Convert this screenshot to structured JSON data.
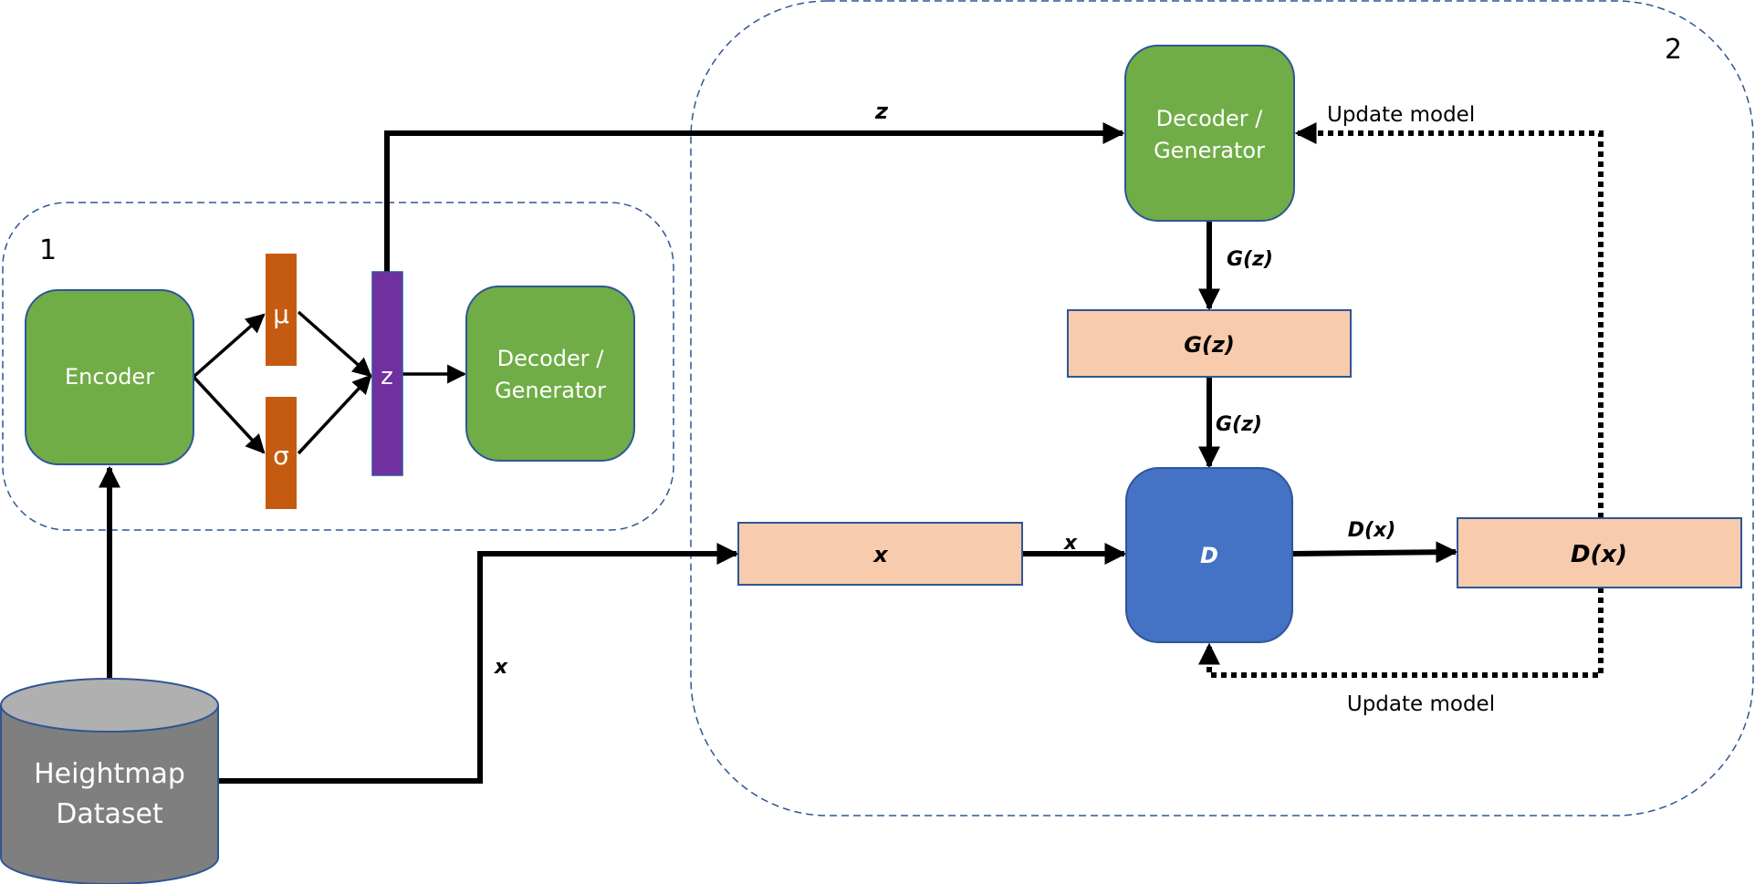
{
  "colors": {
    "green": "#70AD47",
    "orange": "#C55A11",
    "purple": "#7030A0",
    "peach": "#F8CBAD",
    "blue": "#4472C4",
    "border": "#2F5597",
    "cylinder_body": "#7F7F7F",
    "cylinder_top": "#B0B0B0"
  },
  "regions": {
    "vae": {
      "number": "1"
    },
    "gan": {
      "number": "2"
    }
  },
  "nodes": {
    "encoder": "Encoder",
    "mu": "μ",
    "sigma": "σ",
    "z": "z",
    "decoder1": [
      "Decoder /",
      "Generator"
    ],
    "decoder2": [
      "Decoder /",
      "Generator"
    ],
    "gz_box": "G(z)",
    "discriminator": "D",
    "x_box": "x",
    "dx_box": "D(x)",
    "dataset": [
      "Heightmap",
      "Dataset"
    ]
  },
  "edges": {
    "z_to_decoder2": "z",
    "decoder2_to_gz": "G(z)",
    "gz_to_d": "G(z)",
    "x_box_to_d": "x",
    "d_to_dx": "D(x)",
    "dataset_to_x": "x",
    "update_generator": "Update model",
    "update_discriminator": "Update model"
  }
}
